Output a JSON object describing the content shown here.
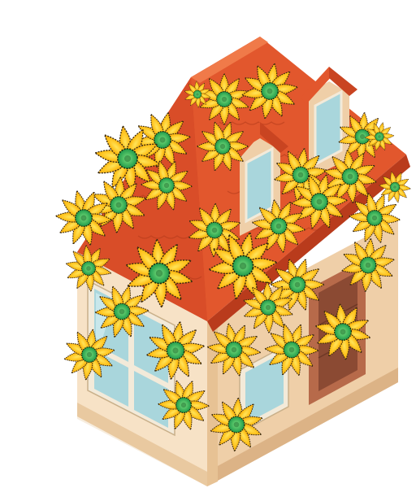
{
  "scene": {
    "subject": "isometric-house-game-sprite",
    "decoration": "yellow-flower-sprites",
    "flower_count": 32
  },
  "colors": {
    "background": "#ffffff",
    "wall_light": "#f7e2c6",
    "wall_mid": "#efcfa8",
    "wall_shadow": "#e2b98c",
    "brick": "#b76a4a",
    "roof_red": "#e2572d",
    "roof_dark": "#c94421",
    "roof_light": "#f07a49",
    "window_glass": "#a9d6dc",
    "window_frame": "#f3ead9",
    "door": "#8b4a33",
    "petal_outer": "#f4a509",
    "petal_inner": "#ffd93a",
    "flower_center": "#39b85c",
    "flower_outline": "#3a2a10"
  }
}
